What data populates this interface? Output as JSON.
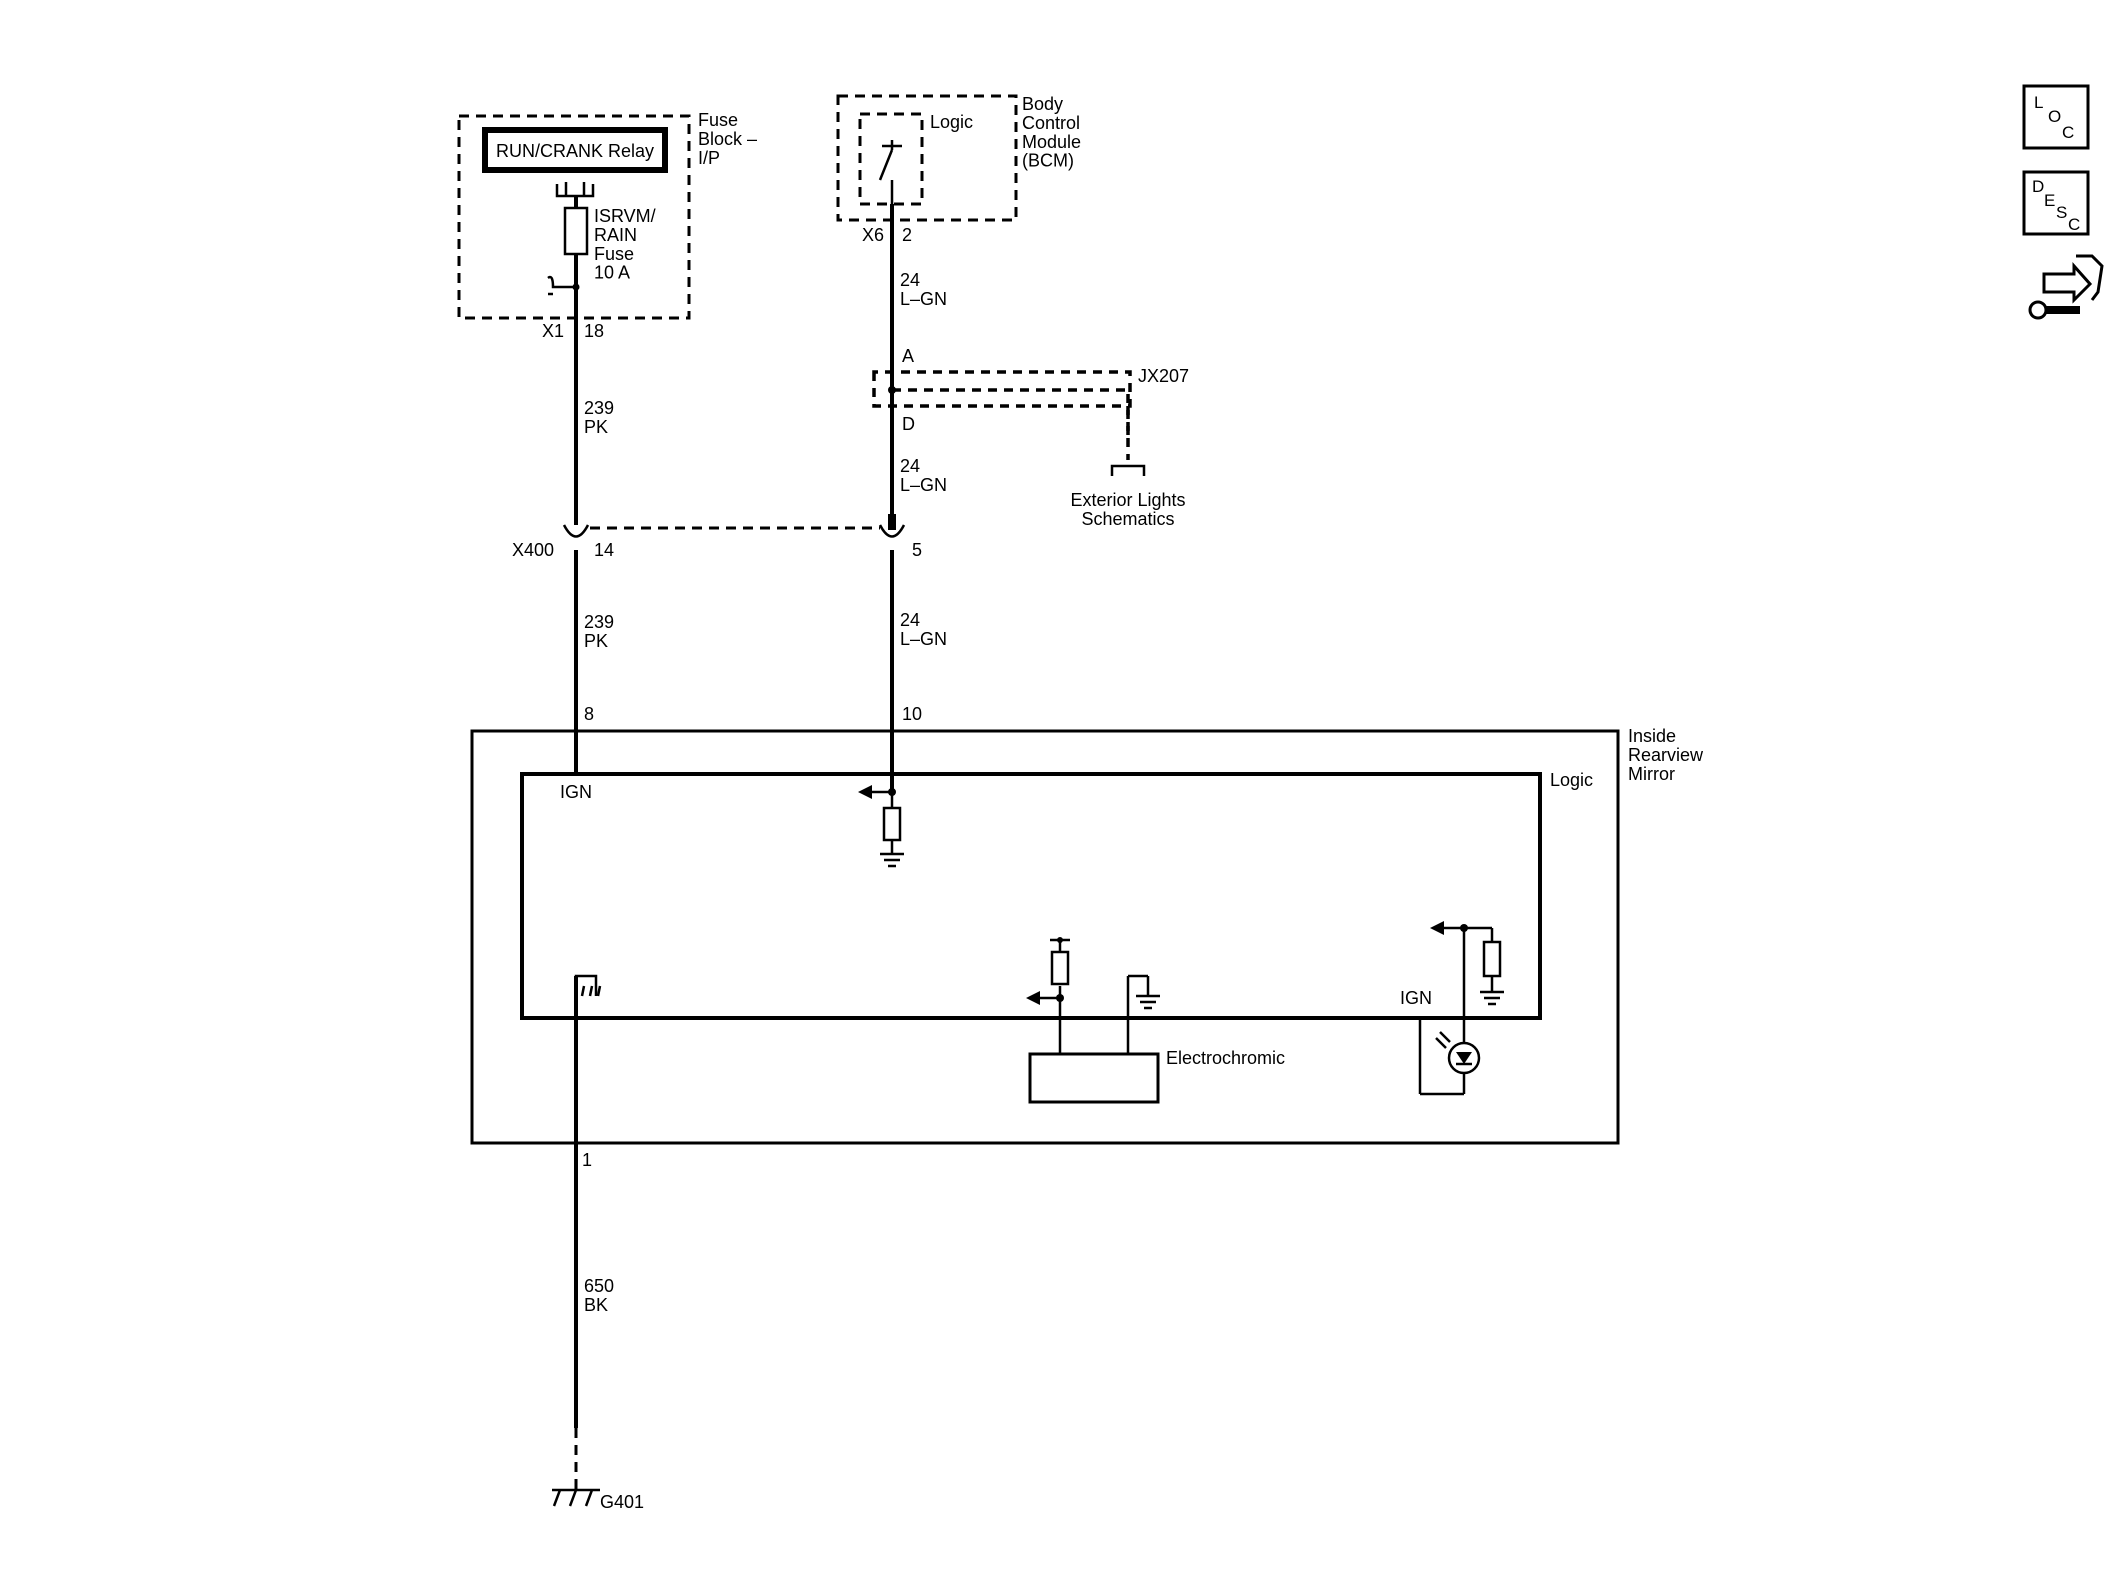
{
  "components": {
    "fuse_block": "Fuse\nBlock –\nI/P",
    "relay": "RUN/CRANK Relay",
    "fuse": "ISRVM/\nRAIN\nFuse\n10 A",
    "bcm": "Body\nControl\nModule\n(BCM)",
    "bcm_logic": "Logic",
    "splice": "JX207",
    "ext_lights": "Exterior Lights\nSchematics",
    "mirror": "Inside\nRearview\nMirror",
    "mirror_logic": "Logic",
    "ign_left": "IGN",
    "ign_right": "IGN",
    "electrochromic": "Electrochromic",
    "ground": "G401"
  },
  "connectors": {
    "x1": "X1",
    "x1_pin": "18",
    "x6": "X6",
    "x6_pin": "2",
    "splice_a": "A",
    "splice_d": "D",
    "x400": "X400",
    "x400_pin_left": "14",
    "x400_pin_right": "5",
    "mirror_pin_left": "8",
    "mirror_pin_right": "10",
    "mirror_pin_ground": "1"
  },
  "wires": {
    "pk_upper": "239\nPK",
    "pk_lower": "239\nPK",
    "lgn_top": "24\nL–GN",
    "lgn_mid": "24\nL–GN",
    "lgn_low": "24\nL–GN",
    "bk": "650\nBK"
  },
  "nav": {
    "loc": [
      "L",
      "O",
      "C"
    ],
    "desc": [
      "D",
      "E",
      "S",
      "C"
    ]
  }
}
